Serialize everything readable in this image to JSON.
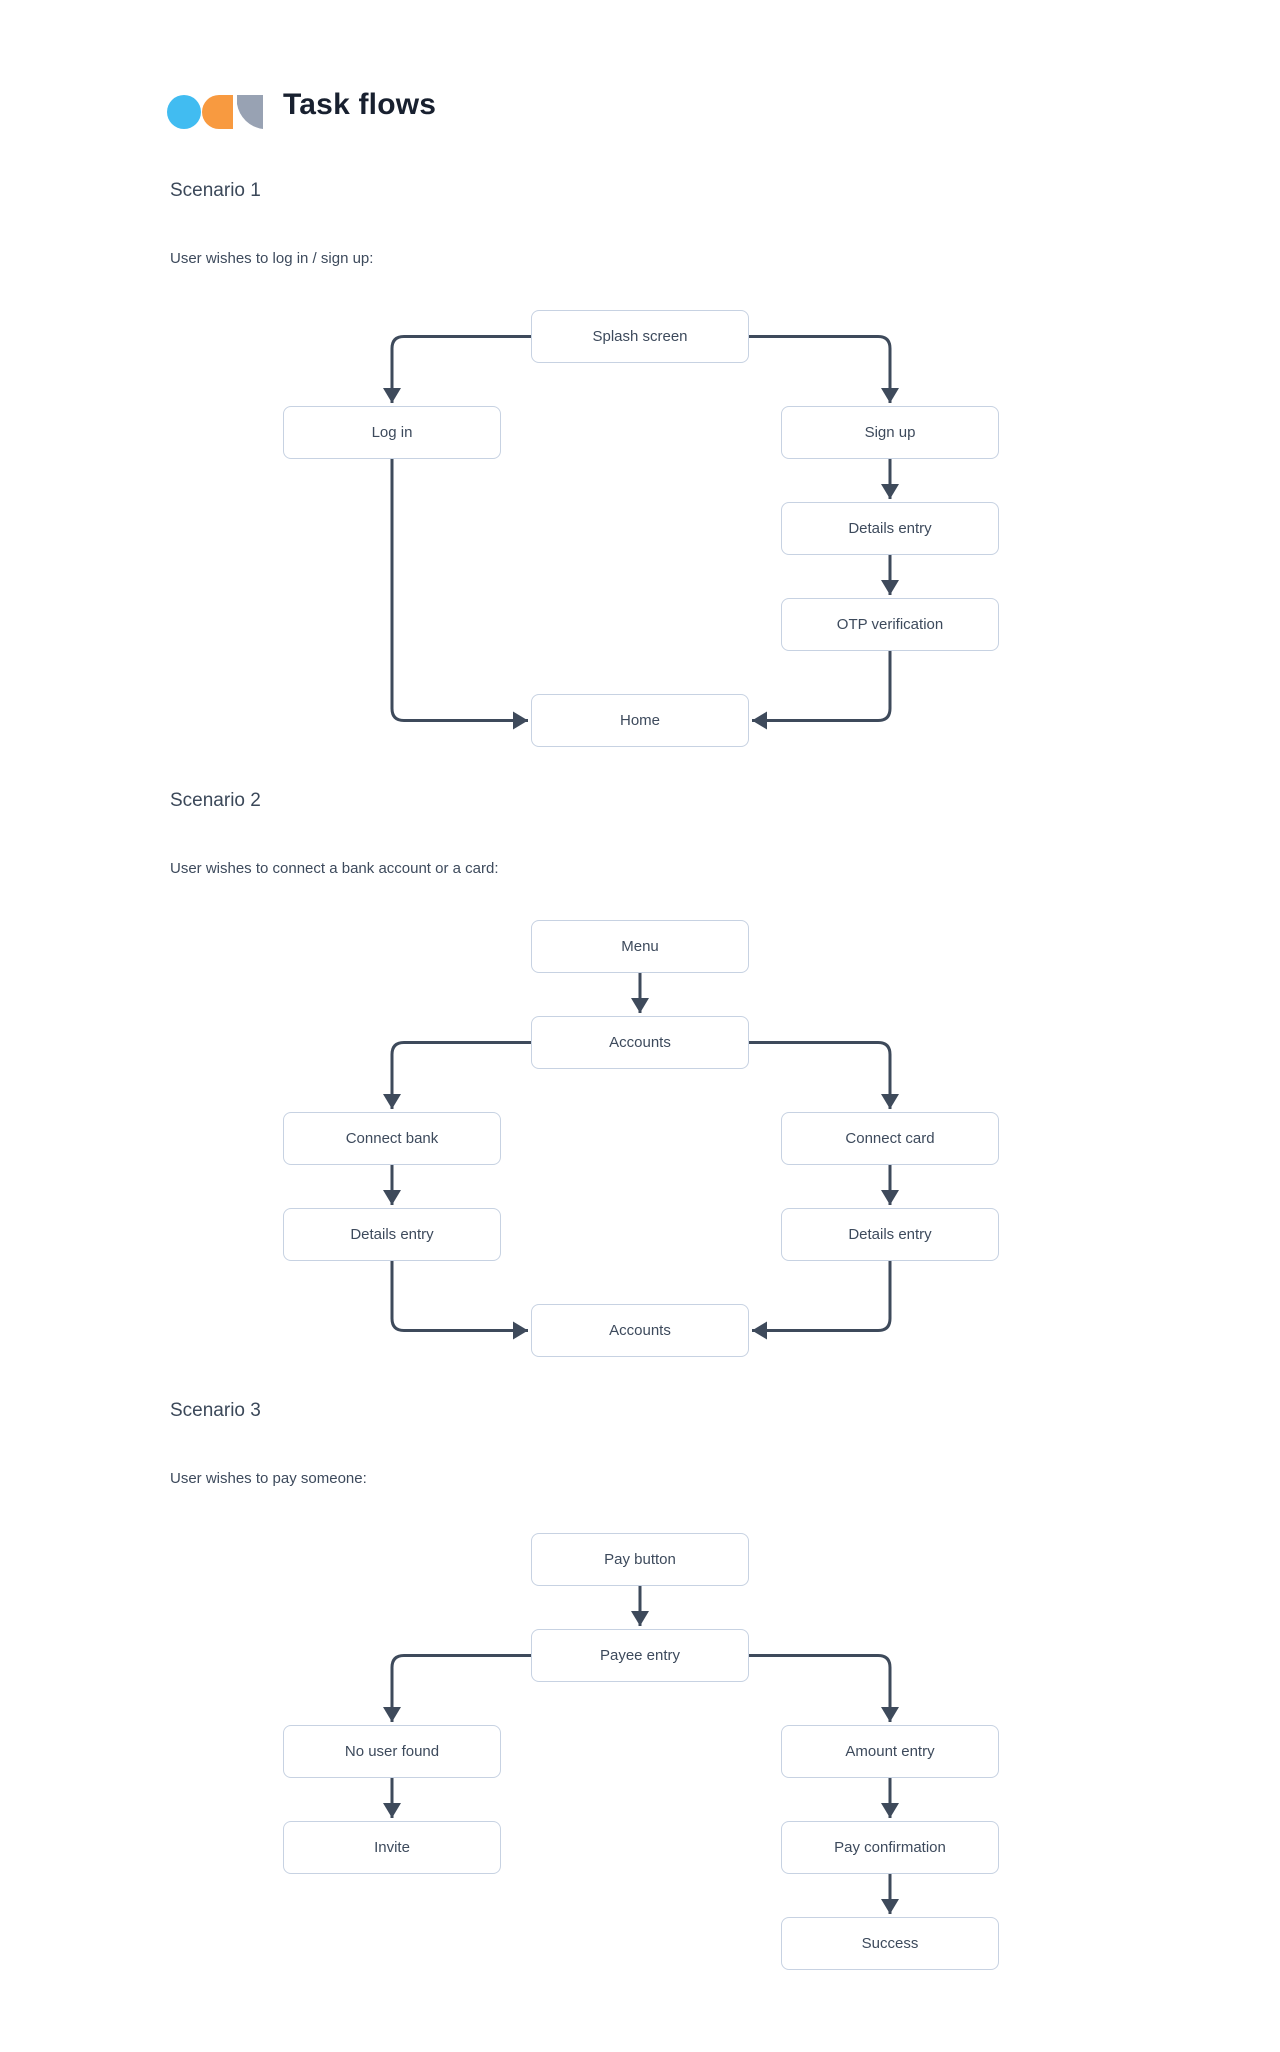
{
  "header": {
    "title": "Task flows",
    "logo": {
      "shapes": [
        "blue-circle",
        "orange-half-round",
        "gray-concave-square"
      ],
      "colors": {
        "blue": "#41BCF1",
        "orange": "#F89A40",
        "gray": "#98A2B3"
      }
    }
  },
  "colors": {
    "background": "#FFFFFF",
    "heading_text": "#3B4859",
    "node_text": "#3D4A5C",
    "node_border": "#C7D2E2",
    "connector": "#3E4A5B"
  },
  "scenarios": [
    {
      "heading": "Scenario 1",
      "subtitle": "User wishes to log in / sign up:",
      "nodes": [
        "Splash screen",
        "Log in",
        "Sign up",
        "Details entry",
        "OTP verification",
        "Home"
      ],
      "edges": [
        "Splash screen -> Log in",
        "Splash screen -> Sign up",
        "Sign up -> Details entry",
        "Details entry -> OTP verification",
        "OTP verification -> Home",
        "Log in -> Home"
      ]
    },
    {
      "heading": "Scenario 2",
      "subtitle": "User wishes to connect a bank account or a card:",
      "nodes": [
        "Menu",
        "Accounts",
        "Connect bank",
        "Connect card",
        "Details entry",
        "Details entry",
        "Accounts"
      ],
      "edges": [
        "Menu -> Accounts",
        "Accounts -> Connect bank",
        "Accounts -> Connect card",
        "Connect bank -> Details entry",
        "Connect card -> Details entry",
        "Details entry (left) -> Accounts",
        "Details entry (right) -> Accounts"
      ]
    },
    {
      "heading": "Scenario 3",
      "subtitle": "User wishes to pay someone:",
      "nodes": [
        "Pay button",
        "Payee entry",
        "No user found",
        "Amount entry",
        "Invite",
        "Pay confirmation",
        "Success"
      ],
      "edges": [
        "Pay button -> Payee entry",
        "Payee entry -> No user found",
        "Payee entry -> Amount entry",
        "No user found -> Invite",
        "Amount entry -> Pay confirmation",
        "Pay confirmation -> Success"
      ]
    }
  ]
}
